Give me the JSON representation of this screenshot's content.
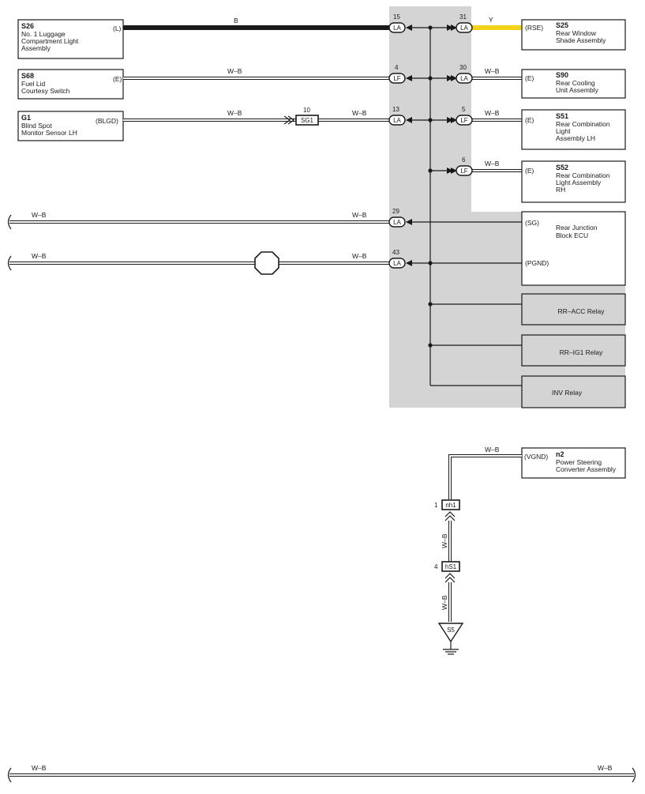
{
  "wire_color_b": "B",
  "wire_color_y": "Y",
  "wire_color_wb": "W–B",
  "colors": {
    "yellow_wire": "#f5d21a",
    "ecu_shade": "#d4d4d4",
    "ink": "#1a1a1a"
  },
  "components": {
    "s26": {
      "code": "S26",
      "name1": "No. 1 Luggage",
      "name2": "Compartment Light",
      "name3": "Assembly",
      "terminal": "(L)"
    },
    "s68": {
      "code": "S68",
      "name1": "Fuel Lid",
      "name2": "Courtesy Switch",
      "terminal": "(E)"
    },
    "g1": {
      "code": "G1",
      "name1": "Blind Spot",
      "name2": "Monitor Sensor LH",
      "terminal": "(BLGD)"
    },
    "s25": {
      "code": "S25",
      "name1": "Rear Window",
      "name2": "Shade Assembly",
      "terminal": "(RSE)"
    },
    "s90": {
      "code": "S90",
      "name1": "Rear Cooling",
      "name2": "Unit Assembly",
      "terminal": "(E)"
    },
    "s51": {
      "code": "S51",
      "name1": "Rear Combination",
      "name2": "Light",
      "name3": "Assembly LH",
      "terminal": "(E)"
    },
    "s52": {
      "code": "S52",
      "name1": "Rear Combination",
      "name2": "Light Assembly",
      "name3": "RH",
      "terminal": "(E)"
    },
    "ecu": {
      "name1": "Rear Junction",
      "name2": "Block ECU",
      "terminal_sg": "(SG)",
      "terminal_pgnd": "(PGND)"
    },
    "n2": {
      "code": "n2",
      "name1": "Power Steering",
      "name2": "Converter Assembly",
      "terminal": "(VGND)"
    }
  },
  "relays": {
    "rr_acc": "RR–ACC Relay",
    "rr_ig1": "RR–IG1 Relay",
    "inv": "INV Relay"
  },
  "connectors": {
    "la": "LA",
    "lf": "LF",
    "sg1": "SG1",
    "nh1": "nh1",
    "hs1": "hS1",
    "s5": "S5"
  },
  "pins": {
    "p15": "15",
    "p31": "31",
    "p4": "4",
    "p30": "30",
    "p13": "13",
    "p5": "5",
    "p6": "6",
    "p29": "29",
    "p43": "43",
    "p10": "10",
    "p1": "1",
    "p4b": "4"
  }
}
